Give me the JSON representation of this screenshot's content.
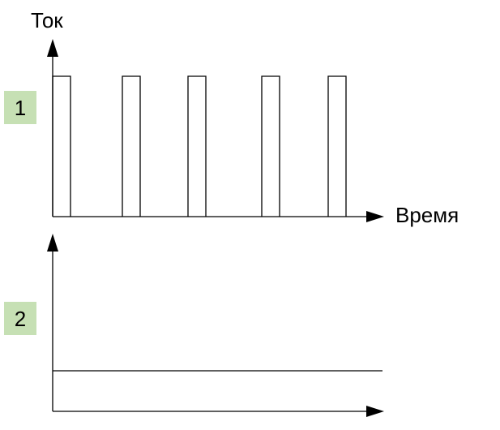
{
  "labels": {
    "y_axis": "Ток",
    "x_axis": "Время"
  },
  "panels": [
    {
      "badge": "1"
    },
    {
      "badge": "2"
    }
  ],
  "colors": {
    "badge_fill": "#c6e0b4",
    "line": "#000000",
    "background": "#ffffff"
  }
}
